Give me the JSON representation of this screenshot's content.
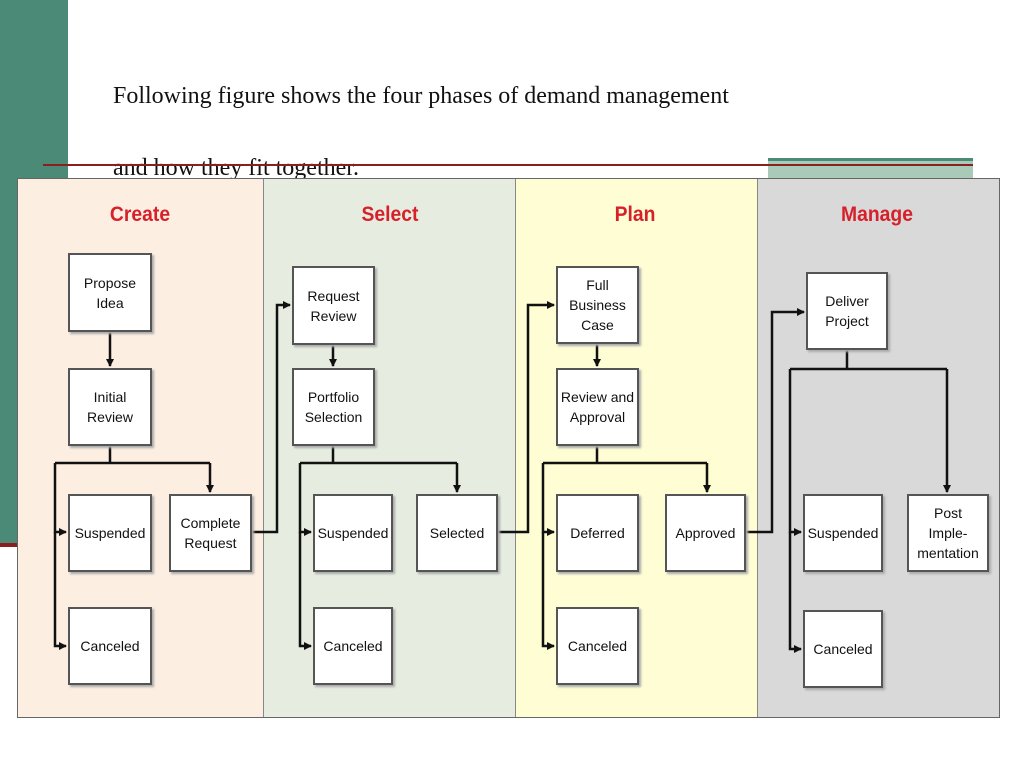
{
  "slide": {
    "intro_line_1": "Following figure shows the four phases of demand management",
    "intro_line_2": "and how they fit together."
  },
  "colors": {
    "create_bg": "#fdeee2",
    "select_bg": "#e6ede0",
    "plan_bg": "#fefdd4",
    "manage_bg": "#d9d9d9",
    "title_red": "#d6202a",
    "accent_green": "#4b8a76"
  },
  "diagram": {
    "phases": {
      "create": {
        "title": "Create",
        "propose_idea": "Propose\nIdea",
        "initial_review": "Initial\nReview",
        "suspended": "Suspended",
        "complete_request": "Complete\nRequest",
        "canceled": "Canceled"
      },
      "select": {
        "title": "Select",
        "request_review": "Request\nReview",
        "portfolio_selection": "Portfolio\nSelection",
        "suspended": "Suspended",
        "selected": "Selected",
        "canceled": "Canceled"
      },
      "plan": {
        "title": "Plan",
        "full_business_case": "Full\nBusiness\nCase",
        "review_approval": "Review and\nApproval",
        "deferred": "Deferred",
        "approved": "Approved",
        "canceled": "Canceled"
      },
      "manage": {
        "title": "Manage",
        "deliver_project": "Deliver\nProject",
        "suspended": "Suspended",
        "post_implementation": "Post\nImple-\nmentation",
        "canceled": "Canceled"
      }
    }
  }
}
